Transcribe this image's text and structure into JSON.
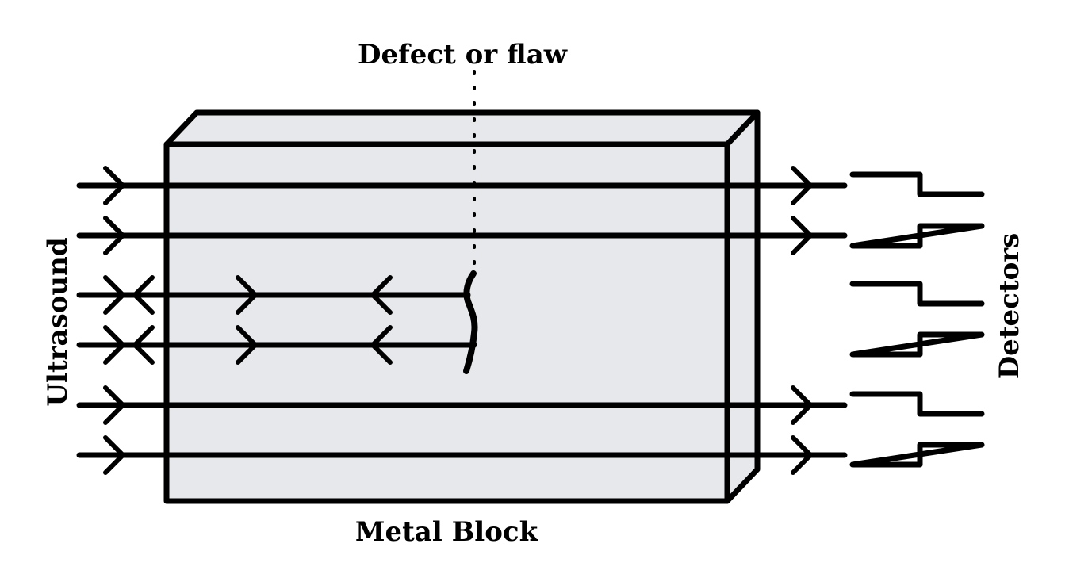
{
  "labels": {
    "defect": "Defect or flaw",
    "block": "Metal Block",
    "ultrasound": "Ultrasound",
    "detectors": "Detectors"
  },
  "colors": {
    "block_fill": "#e7e8ec",
    "stroke": "#000000",
    "background": "#ffffff"
  },
  "beams": [
    {
      "id": "beam-1",
      "type": "transmitted",
      "detector": 1
    },
    {
      "id": "beam-2",
      "type": "transmitted",
      "detector": 1
    },
    {
      "id": "beam-3",
      "type": "reflected",
      "detector": null
    },
    {
      "id": "beam-4",
      "type": "reflected",
      "detector": null
    },
    {
      "id": "beam-5",
      "type": "transmitted",
      "detector": 3
    },
    {
      "id": "beam-6",
      "type": "transmitted",
      "detector": 3
    }
  ],
  "detectors": [
    {
      "id": "detector-1",
      "receives_signal": true
    },
    {
      "id": "detector-2",
      "receives_signal": false
    },
    {
      "id": "detector-3",
      "receives_signal": true
    }
  ]
}
